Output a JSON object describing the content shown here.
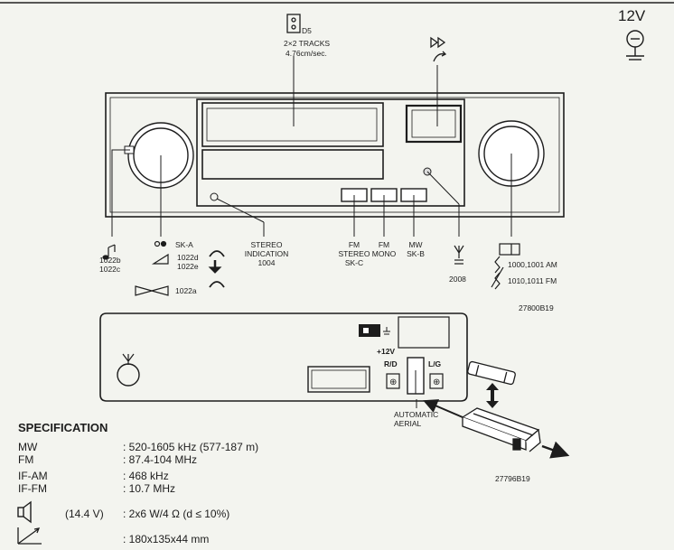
{
  "header": {
    "voltage": "12V",
    "tape_symbol": "D5",
    "tracks": "2×2 TRACKS",
    "speed": "4.76cm/sec."
  },
  "callouts": {
    "tone": [
      "1022b",
      "1022c"
    ],
    "volume": {
      "sk": "SK-A",
      "code1": "1022d",
      "code2": "1022e",
      "balance": "1022a"
    },
    "stereo": [
      "STEREO",
      "INDICATION",
      "1004"
    ],
    "fm_stereo": [
      "FM",
      "STEREO",
      "SK-C"
    ],
    "fm_mono": [
      "FM",
      "MONO"
    ],
    "mw": [
      "MW",
      "SK-B"
    ],
    "trimmer": "2008",
    "tuning": {
      "am": "1000,1001 AM",
      "fm": "1010,1011 FM"
    },
    "figure1_ref": "27800B19"
  },
  "back_panel": {
    "plus12v": "+12V",
    "rd": "R/D",
    "lg": "L/G",
    "automatic_aerial": [
      "AUTOMATIC",
      "AERIAL"
    ],
    "figure2_ref": "27796B19"
  },
  "specification": {
    "title": "SPECIFICATION",
    "rows": [
      {
        "label": "MW",
        "value": ": 520-1605 kHz (577-187 m)"
      },
      {
        "label": "FM",
        "value": ": 87.4-104 MHz"
      },
      {
        "label": "IF-AM",
        "value": ": 468 kHz"
      },
      {
        "label": "IF-FM",
        "value": ": 10.7 MHz"
      }
    ],
    "power_condition": "(14.4 V)",
    "power_value": ": 2x6 W/4 Ω (d ≤ 10%)",
    "dimensions_value": ": 180x135x44 mm"
  }
}
